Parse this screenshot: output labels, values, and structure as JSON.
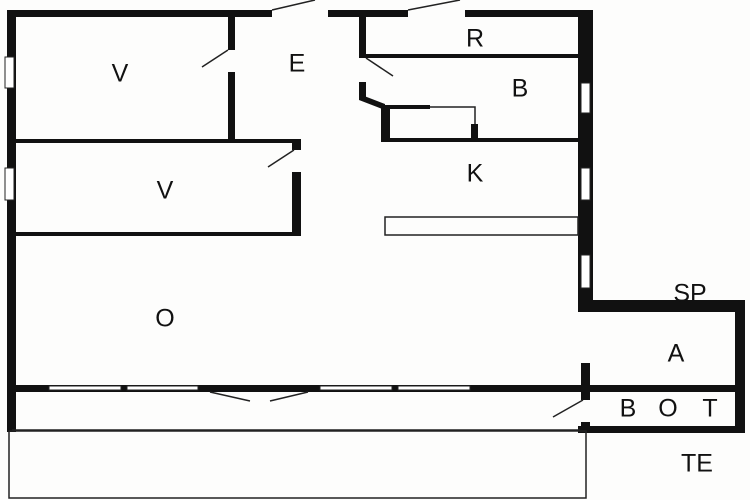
{
  "floor_plan": {
    "rooms": [
      {
        "id": "v1",
        "label": "V"
      },
      {
        "id": "e",
        "label": "E"
      },
      {
        "id": "r",
        "label": "R"
      },
      {
        "id": "b1",
        "label": "B"
      },
      {
        "id": "v2",
        "label": "V"
      },
      {
        "id": "k",
        "label": "K"
      },
      {
        "id": "o",
        "label": "O"
      },
      {
        "id": "sp",
        "label": "SP"
      },
      {
        "id": "a",
        "label": "A"
      },
      {
        "id": "b2",
        "label": "B"
      },
      {
        "id": "o2",
        "label": "O"
      },
      {
        "id": "t",
        "label": "T"
      },
      {
        "id": "te",
        "label": "TE"
      }
    ],
    "colors": {
      "wall": "#111111",
      "background": "#fdfdfc"
    }
  }
}
